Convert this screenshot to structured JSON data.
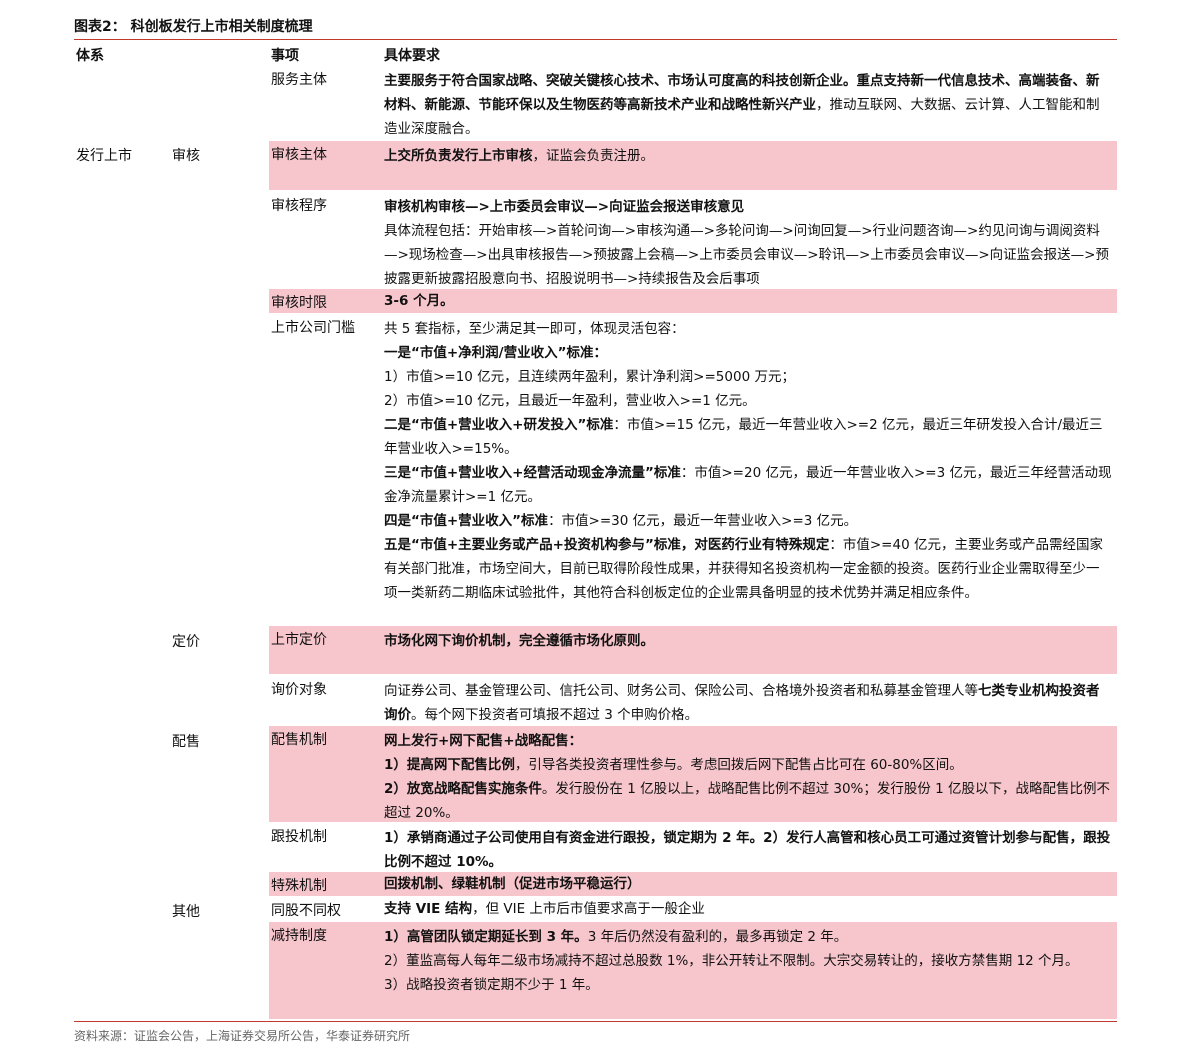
{
  "title": "图表2：  科创板发行上市相关制度梳理",
  "header": {
    "system": "体系",
    "item": "事项",
    "requirement": "具体要求"
  },
  "categories": {
    "main": "发行上市",
    "review": "审核",
    "pricing": "定价",
    "placement": "配售",
    "other": "其他"
  },
  "rows": {
    "r0": {
      "item": "服务主体",
      "l0_b": "主要服务于符合国家战略、突破关键核心技术、市场认可度高的科技创新企业。重点支持新一代信息技术、高端装备、新材料、新能源、节能环保以及生物医药等高新技术产业和战略性新兴产业",
      "l0_t": "，推动互联网、大数据、云计算、人工智能和制造业深度融合。"
    },
    "r1": {
      "item": "审核主体",
      "l0_b": "上交所负责发行上市审核",
      "l0_t": "，证监会负责注册。"
    },
    "r2": {
      "item": "审核程序",
      "l0_b": "审核机构审核—>上市委员会审议—>向证监会报送审核意见",
      "l1": "具体流程包括：开始审核—>首轮问询—>审核沟通—>多轮问询—>问询回复—>行业问题咨询—>约见问询与调阅资料—>现场检查—>出具审核报告—>预披露上会稿—>上市委员会审议—>聆讯—>上市委员会审议—>向证监会报送—>预披露更新披露招股意向书、招股说明书—>持续报告及会后事项"
    },
    "r3": {
      "item": "审核时限",
      "l0_b": "3-6 个月。"
    },
    "r4": {
      "item": "上市公司门槛",
      "l0": "共 5 套指标，至少满足其一即可，体现灵活包容：",
      "l1_b": "一是“市值+净利润/营业收入”标准：",
      "l2": "1）市值>=10 亿元，且连续两年盈利，累计净利润>=5000 万元；",
      "l3": "2）市值>=10 亿元，且最近一年盈利，营业收入>=1 亿元。",
      "l4_b": "二是“市值+营业收入+研发投入”标准",
      "l4_t": "：市值>=15 亿元，最近一年营业收入>=2 亿元，最近三年研发投入合计/最近三年营业收入>=15%。",
      "l5_b": "三是“市值+营业收入+经营活动现金净流量”标准",
      "l5_t": "：市值>=20 亿元，最近一年营业收入>=3 亿元，最近三年经营活动现金净流量累计>=1 亿元。",
      "l6_b": "四是“市值+营业收入”标准",
      "l6_t": "：市值>=30 亿元，最近一年营业收入>=3 亿元。",
      "l7_b": "五是“市值+主要业务或产品+投资机构参与”标准，对医药行业有特殊规定",
      "l7_t": "：市值>=40 亿元，主要业务或产品需经国家有关部门批准，市场空间大，目前已取得阶段性成果，并获得知名投资机构一定金额的投资。医药行业企业需取得至少一项一类新药二期临床试验批件，其他符合科创板定位的企业需具备明显的技术优势并满足相应条件。"
    },
    "r5": {
      "item": "上市定价",
      "l0_b": "市场化网下询价机制，完全遵循市场化原则。"
    },
    "r6": {
      "item": "询价对象",
      "l0_t": "向证券公司、基金管理公司、信托公司、财务公司、保险公司、合格境外投资者和私募基金管理人等",
      "l0_b": "七类专业机构投资者询价",
      "l0_t2": "。每个网下投资者可填报不超过 3 个申购价格。"
    },
    "r7": {
      "item": "配售机制",
      "l0_b": "网上发行+网下配售+战略配售：",
      "l1_b": "1）提高网下配售比例",
      "l1_t": "，引导各类投资者理性参与。考虑回拨后网下配售占比可在 60-80%区间。",
      "l2_b": "2）放宽战略配售实施条件",
      "l2_t": "。发行股份在 1 亿股以上，战略配售比例不超过 30%；发行股份 1 亿股以下，战略配售比例不超过 20%。"
    },
    "r8": {
      "item": "跟投机制",
      "l0_b": "1）承销商通过子公司使用自有资金进行跟投，锁定期为 2 年。2）发行人高管和核心员工可通过资管计划参与配售，跟投比例不超过 10%。"
    },
    "r9": {
      "item": "特殊机制",
      "l0_b": "回拨机制、绿鞋机制（促进市场平稳运行）"
    },
    "r10": {
      "item": "同股不同权",
      "l0_b": "支持 VIE 结构",
      "l0_t": "，但 VIE 上市后市值要求高于一般企业"
    },
    "r11": {
      "item": "减持制度",
      "l0_b": "1）高管团队锁定期延长到 3 年。",
      "l0_t": "3 年后仍然没有盈利的，最多再锁定 2 年。",
      "l1": "2）董监高每人每年二级市场减持不超过总股数 1%，非公开转让不限制。大宗交易转让的，接收方禁售期 12 个月。",
      "l2": "3）战略投资者锁定期不少于 1 年。"
    }
  },
  "source": "资料来源：证监会公告，上海证券交易所公告，华泰证券研究所",
  "colors": {
    "accent": "#c0392b",
    "highlight": "#f7c6cc"
  }
}
